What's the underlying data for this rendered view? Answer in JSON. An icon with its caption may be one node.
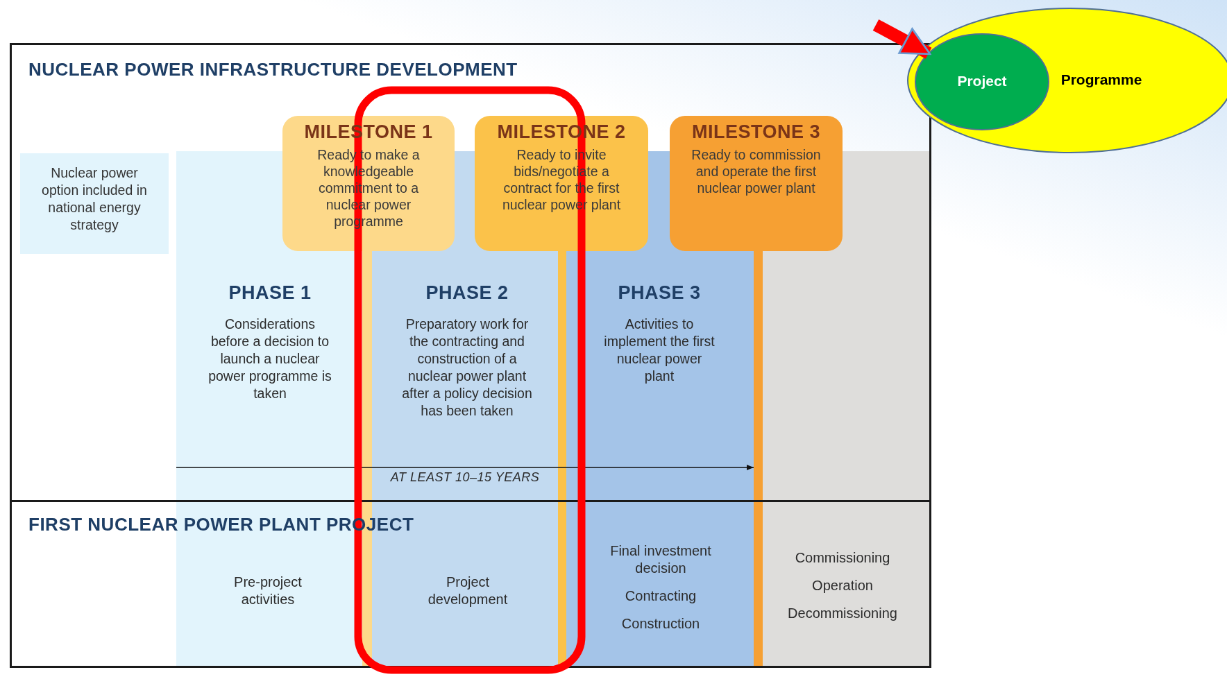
{
  "diagram": {
    "nodes": [
      {
        "text": [
          "NUCLEAR POWER INFRASTRUCTURE DEVELOPMENT"
        ]
      },
      {
        "text": [
          "Nuclear power option included in national energy strategy"
        ],
        "in": 0
      },
      {
        "text": [
          "MILESTONE 1",
          "Ready to make a knowledgeable commitment to a nuclear power programme"
        ],
        "in": 0
      },
      {
        "text": [
          "MILESTONE 2",
          "Ready to invite bids/negotiate a contract for the first nuclear power plant"
        ],
        "in": 0
      },
      {
        "text": [
          "MILESTONE 3",
          "Ready to commission and operate the first nuclear power plant"
        ],
        "in": 0
      },
      {
        "text": [
          "PHASE 1",
          "Considerations before a decision to launch a nuclear power programme is taken"
        ],
        "in": 0
      },
      {
        "text": [
          "PHASE 2",
          "Preparatory work for the contracting and construction of a nuclear power plant after a policy decision has been taken"
        ],
        "in": 0
      },
      {
        "text": [
          "PHASE 3",
          "Activities to implement the first nuclear power plant"
        ],
        "in": 0
      },
      {
        "text": [
          "FIRST NUCLEAR POWER PLANT PROJECT"
        ]
      },
      {
        "text": [
          "Programme"
        ]
      },
      {
        "text": [
          "Project"
        ],
        "in": 9
      }
    ],
    "edges": [
      {
        "from": null,
        "to": 10,
        "arrow": "to",
        "color": "#ff0000"
      }
    ],
    "labels": [
      "AT LEAST 10–15 YEARS",
      "Pre-project activities",
      "Project development",
      "Final investment decision",
      "Contracting",
      "Construction",
      "Commissioning",
      "Operation",
      "Decommissioning"
    ]
  }
}
